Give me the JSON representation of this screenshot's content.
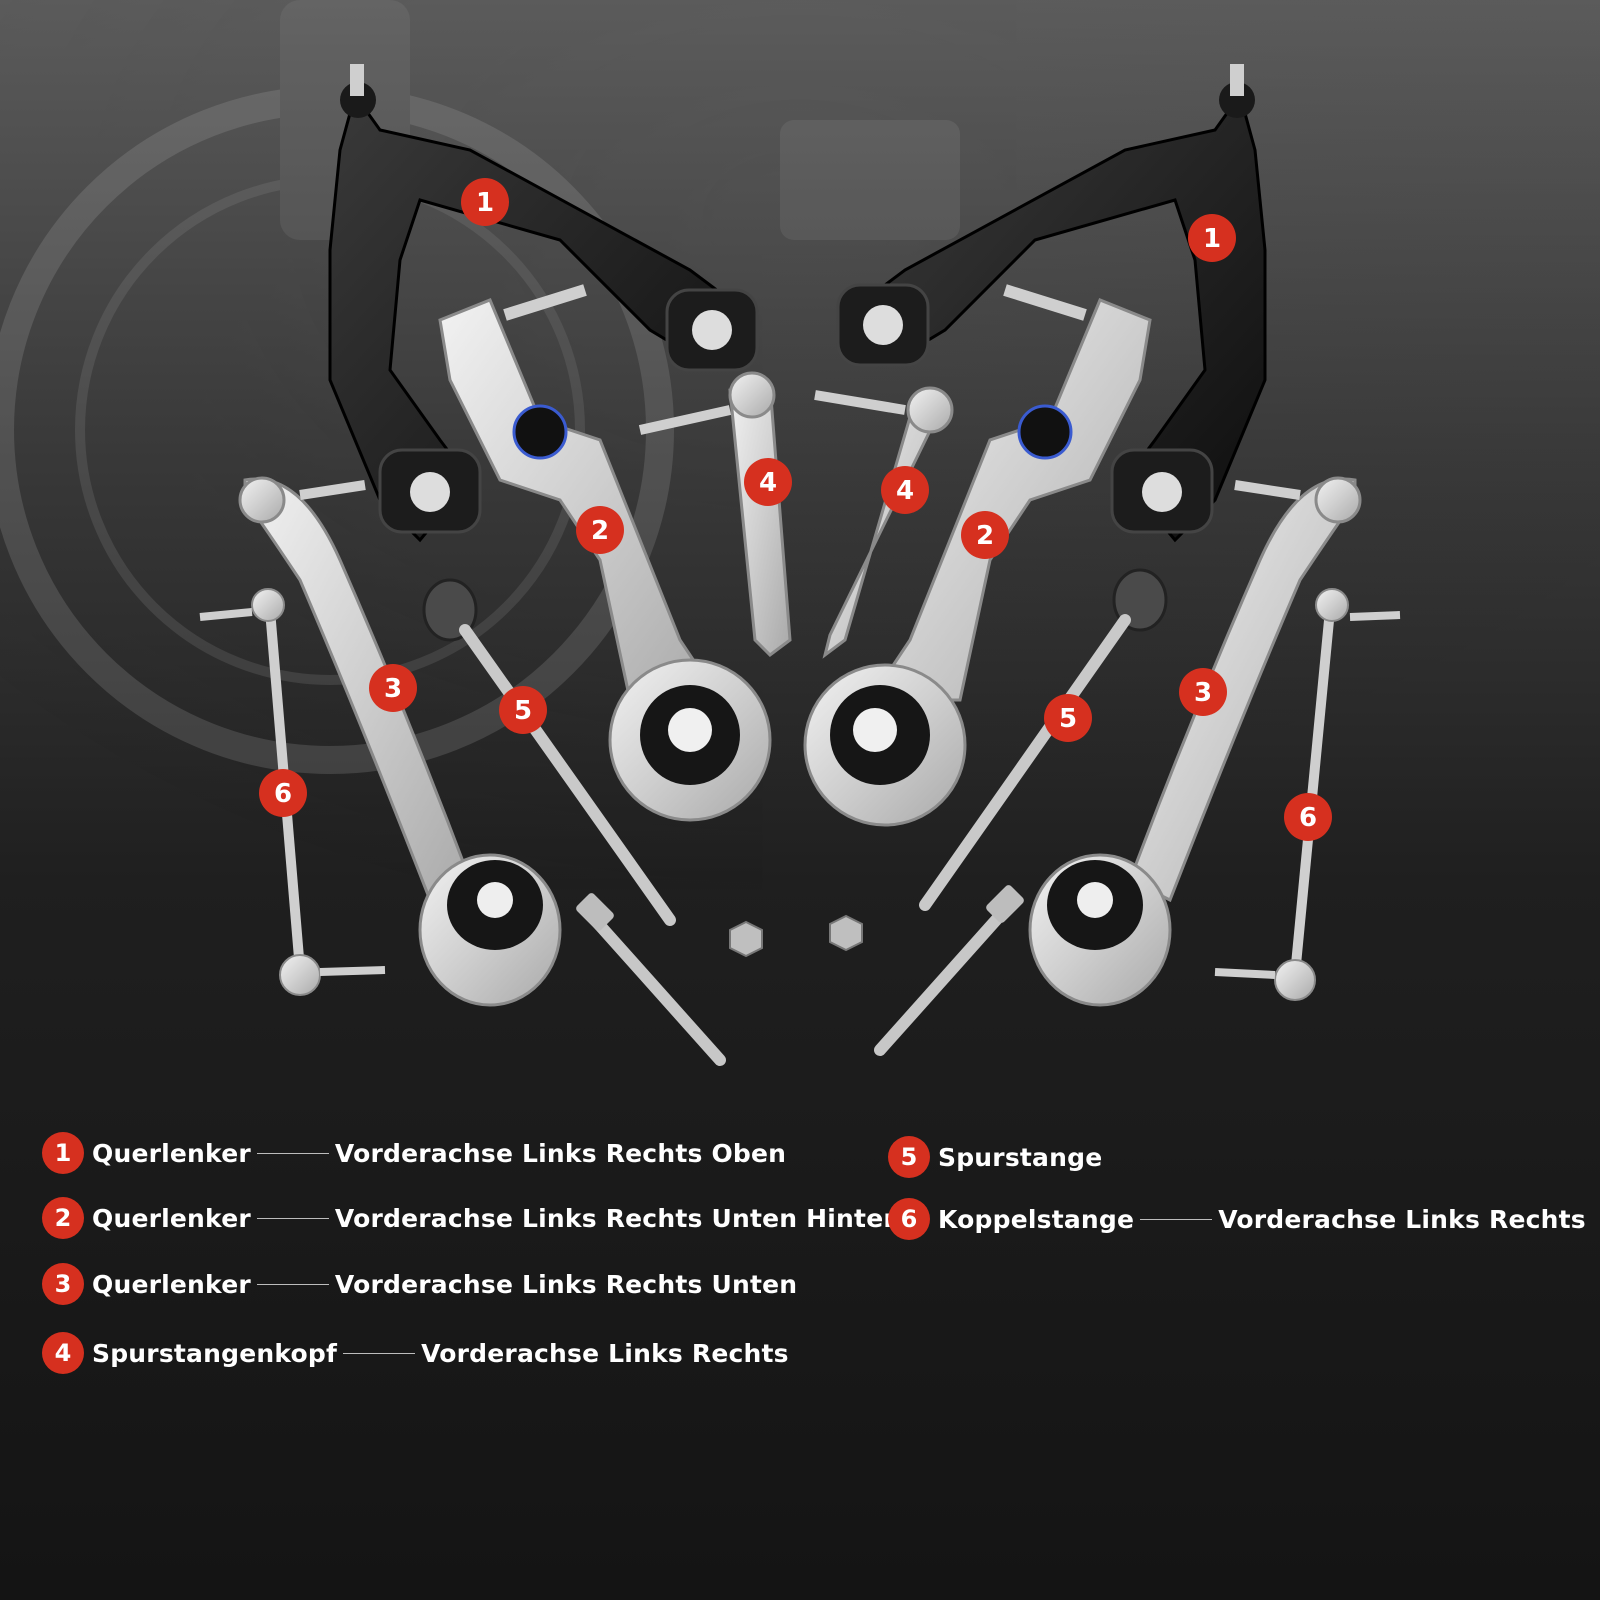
{
  "markers": {
    "m1a": "1",
    "m1b": "1",
    "m2a": "2",
    "m2b": "2",
    "m3a": "3",
    "m3b": "3",
    "m4a": "4",
    "m4b": "4",
    "m5a": "5",
    "m5b": "5",
    "m6a": "6",
    "m6b": "6"
  },
  "legend": [
    {
      "number": "1",
      "part": "Querlenker",
      "position": "Vorderachse Links Rechts Oben"
    },
    {
      "number": "2",
      "part": "Querlenker",
      "position": "Vorderachse Links Rechts Unten Hinten"
    },
    {
      "number": "3",
      "part": "Querlenker",
      "position": "Vorderachse Links Rechts Unten"
    },
    {
      "number": "4",
      "part": "Spurstangenkopf",
      "position": "Vorderachse Links Rechts"
    },
    {
      "number": "5",
      "part": "Spurstange",
      "position": ""
    },
    {
      "number": "6",
      "part": "Koppelstange",
      "position": "Vorderachse Links Rechts"
    }
  ],
  "colors": {
    "marker": "#d6301f",
    "black_arm": "#1a1a1a",
    "aluminium": "#d9d9d9",
    "background_top": "#5c5c5c",
    "background_bottom": "#141414"
  }
}
